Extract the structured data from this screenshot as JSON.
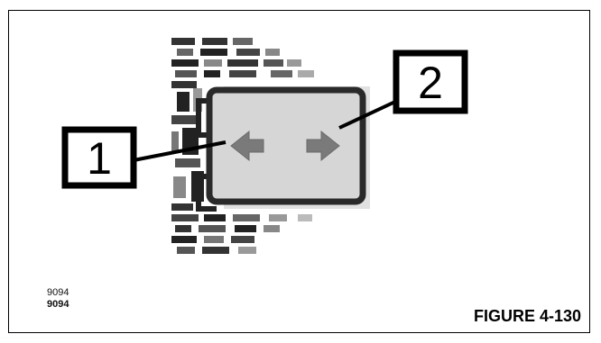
{
  "figure": {
    "callouts": [
      "1",
      "2"
    ],
    "image_code_regular": "9094",
    "image_code_bold": "9094",
    "figure_label": "FIGURE 4-130"
  }
}
